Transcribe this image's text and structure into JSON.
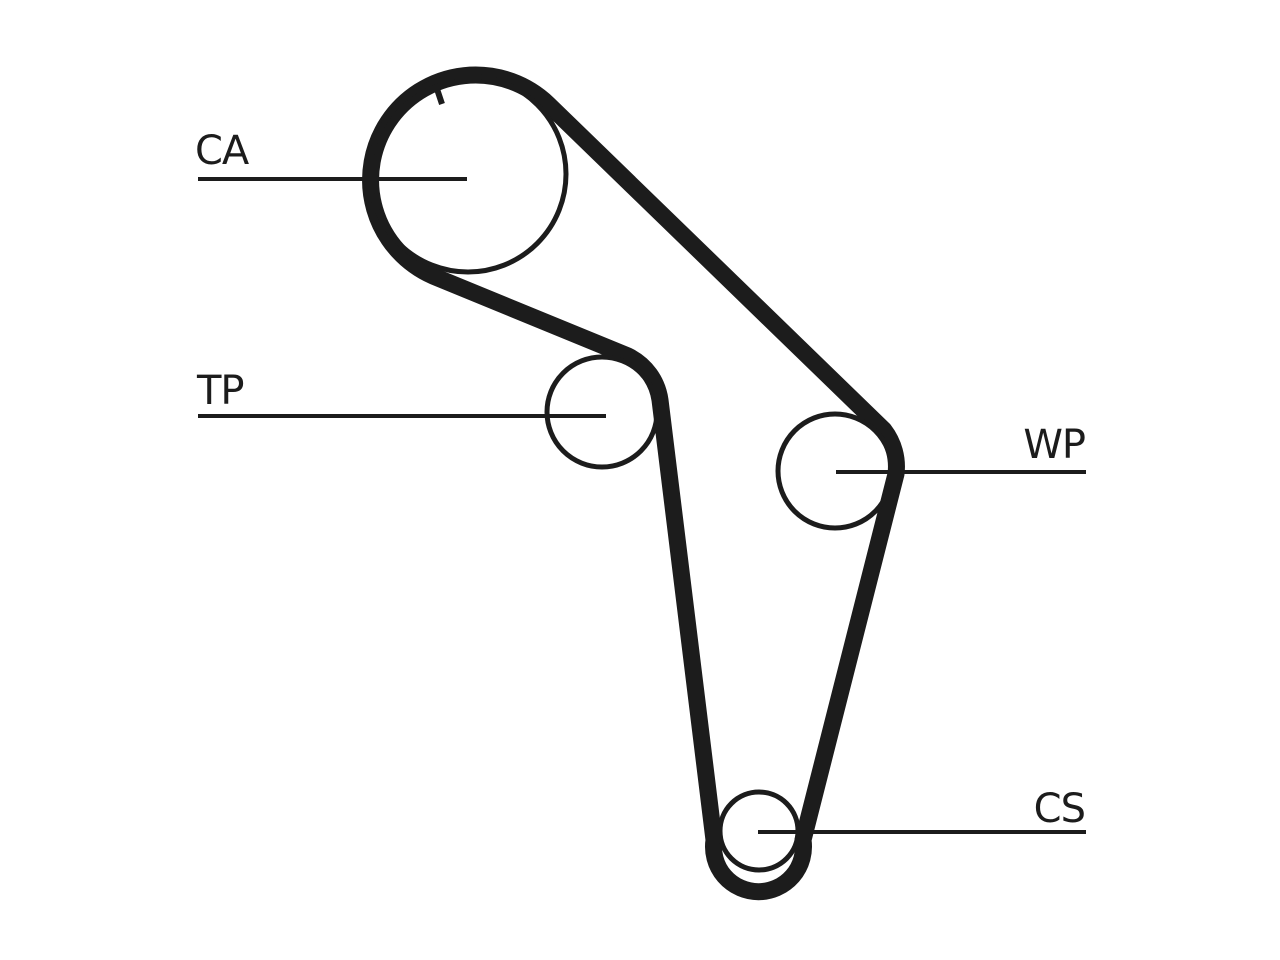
{
  "diagram": {
    "labels": {
      "ca": "CA",
      "tp": "TP",
      "wp": "WP",
      "cs": "CS"
    },
    "pulleys": [
      {
        "id": "ca",
        "icon": "camshaft-pulley-icon"
      },
      {
        "id": "tp",
        "icon": "tensioner-pulley-icon"
      },
      {
        "id": "wp",
        "icon": "water-pump-pulley-icon"
      },
      {
        "id": "cs",
        "icon": "crankshaft-pulley-icon"
      }
    ],
    "colors": {
      "line": "#1c1c1c",
      "background": "#ffffff"
    }
  }
}
